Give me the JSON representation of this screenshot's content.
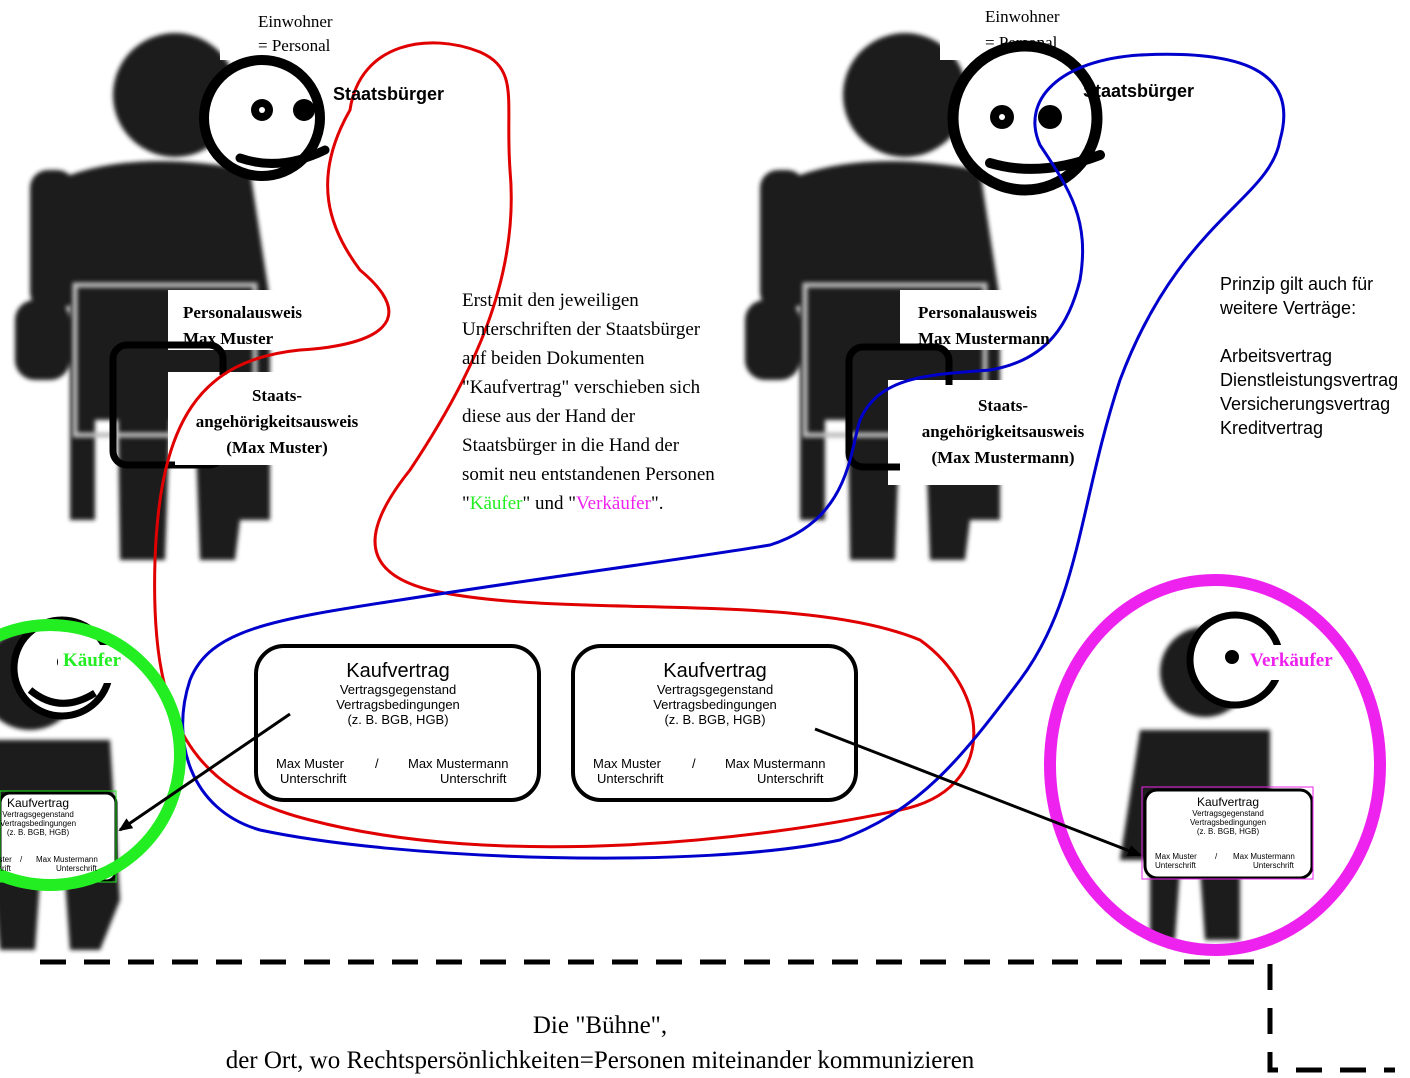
{
  "left_person": {
    "top_label_line1": "Einwohner",
    "top_label_line2": "= Personal",
    "citizen_label": "Staatsbürger",
    "id_card_line1": "Personalausweis",
    "id_card_line2": "Max Muster",
    "citizenship_line1": "Staats-",
    "citizenship_line2": "angehörigkeitsausweis",
    "citizenship_line3": "(Max Muster)"
  },
  "right_person": {
    "top_label_line1": "Einwohner",
    "top_label_line2": "= Personal",
    "citizen_label": "Staatsbürger",
    "id_card_line1": "Personalausweis",
    "id_card_line2": "Max Mustermann",
    "citizenship_line1": "Staats-",
    "citizenship_line2": "angehörigkeitsausweis",
    "citizenship_line3": "(Max Mustermann)"
  },
  "explanation": {
    "line1": "Erst mit den jeweiligen",
    "line2": "Unterschriften der Staatsbürger",
    "line3": "auf beiden Dokumenten",
    "line4": "\"Kaufvertrag\" verschieben sich",
    "line5": "diese aus der Hand der",
    "line6": "Staatsbürger in die Hand der",
    "line7": "somit neu entstandenen Personen",
    "line8_q1": "\"",
    "line8_buyer": "Käufer",
    "line8_mid": "\" und \"",
    "line8_seller": "Verkäufer",
    "line8_end": "\"."
  },
  "principle": {
    "line1": "Prinzip gilt auch für",
    "line2": "weitere Verträge:",
    "items": [
      "Arbeitsvertrag",
      "Dienstleistungsvertrag",
      "Versicherungsvertrag",
      "Kreditvertrag"
    ]
  },
  "contract": {
    "title": "Kaufvertrag",
    "line1": "Vertragsgegenstand",
    "line2": "Vertragsbedingungen",
    "line3": "(z. B. BGB, HGB)",
    "party1": "Max Muster",
    "separator": "/",
    "party2": "Max Mustermann",
    "signature": "Unterschrift"
  },
  "roles": {
    "buyer": "Käufer",
    "seller": "Verkäufer"
  },
  "stage": {
    "line1": "Die \"Bühne\",",
    "line2": "der Ort, wo Rechtspersönlichkeiten=Personen miteinander kommunizieren"
  },
  "colors": {
    "red_loop": "#e00000",
    "blue_loop": "#0000cc",
    "buyer_green": "#22ee22",
    "seller_magenta": "#ee22ee",
    "person_grey": "#1e1e1e"
  }
}
